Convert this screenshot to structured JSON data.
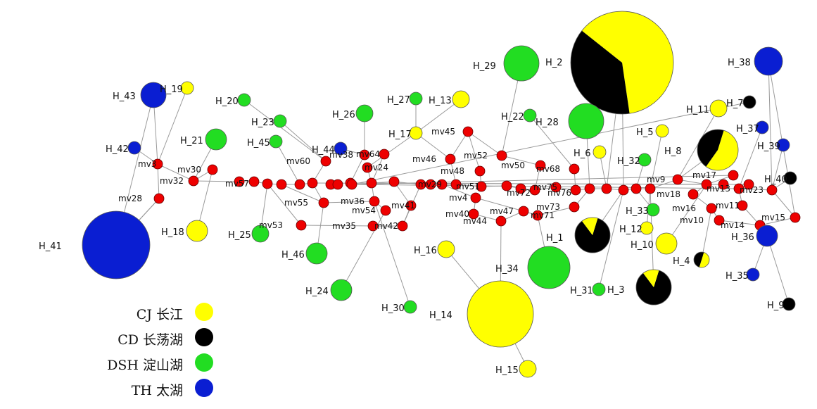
{
  "colors": {
    "CJ": "#ffff00",
    "CD": "#000000",
    "DSH": "#22dd22",
    "TH": "#0a1ed2",
    "median": "#ee0000"
  },
  "legend": [
    {
      "key": "CJ",
      "label": "CJ 长江"
    },
    {
      "key": "CD",
      "label": "CD 长荡湖"
    },
    {
      "key": "DSH",
      "label": "DSH 淀山湖"
    },
    {
      "key": "TH",
      "label": "TH 太湖"
    }
  ],
  "haplotypes": [
    {
      "id": "H_2",
      "label": "H_2",
      "pie": [
        [
          "CJ",
          0.62
        ],
        [
          "CD",
          0.38
        ]
      ]
    },
    {
      "id": "H_41",
      "label": "H_41",
      "pie": [
        [
          "TH",
          1
        ]
      ]
    },
    {
      "id": "H_14",
      "label": "H_14",
      "pie": [
        [
          "CJ",
          1
        ]
      ]
    },
    {
      "id": "H_29",
      "label": "H_29",
      "pie": [
        [
          "DSH",
          1
        ]
      ]
    },
    {
      "id": "H_34",
      "label": "H_34",
      "pie": [
        [
          "DSH",
          1
        ]
      ]
    },
    {
      "id": "H_28",
      "label": "H_28",
      "pie": [
        [
          "DSH",
          1
        ]
      ]
    },
    {
      "id": "H_8",
      "label": "H_8",
      "pie": [
        [
          "CJ",
          0.55
        ],
        [
          "CD",
          0.45
        ]
      ]
    },
    {
      "id": "H_1",
      "label": "H_1",
      "pie": [
        [
          "CD",
          0.85
        ],
        [
          "CJ",
          0.15
        ]
      ]
    },
    {
      "id": "H_3",
      "label": "H_3",
      "pie": [
        [
          "CD",
          0.85
        ],
        [
          "CJ",
          0.15
        ]
      ]
    },
    {
      "id": "H_38",
      "label": "H_38",
      "pie": [
        [
          "TH",
          1
        ]
      ]
    },
    {
      "id": "H_43",
      "label": "H_43",
      "pie": [
        [
          "TH",
          1
        ]
      ]
    },
    {
      "id": "H_36",
      "label": "H_36",
      "pie": [
        [
          "TH",
          1
        ]
      ]
    },
    {
      "id": "H_46",
      "label": "H_46",
      "pie": [
        [
          "DSH",
          1
        ]
      ]
    },
    {
      "id": "H_24",
      "label": "H_24",
      "pie": [
        [
          "DSH",
          1
        ]
      ]
    },
    {
      "id": "H_21",
      "label": "H_21",
      "pie": [
        [
          "DSH",
          1
        ]
      ]
    },
    {
      "id": "H_18",
      "label": "H_18",
      "pie": [
        [
          "CJ",
          1
        ]
      ]
    },
    {
      "id": "H_10",
      "label": "H_10",
      "pie": [
        [
          "CJ",
          1
        ]
      ]
    },
    {
      "id": "H_26",
      "label": "H_26",
      "pie": [
        [
          "DSH",
          1
        ]
      ]
    },
    {
      "id": "H_25",
      "label": "H_25",
      "pie": [
        [
          "DSH",
          1
        ]
      ]
    },
    {
      "id": "H_13",
      "label": "H_13",
      "pie": [
        [
          "CJ",
          1
        ]
      ]
    },
    {
      "id": "H_16",
      "label": "H_16",
      "pie": [
        [
          "CJ",
          1
        ]
      ]
    },
    {
      "id": "H_15",
      "label": "H_15",
      "pie": [
        [
          "CJ",
          1
        ]
      ]
    },
    {
      "id": "H_11",
      "label": "H_11",
      "pie": [
        [
          "CJ",
          1
        ]
      ]
    },
    {
      "id": "H_4",
      "label": "H_4",
      "pie": [
        [
          "CJ",
          0.5
        ],
        [
          "CD",
          0.5
        ]
      ]
    },
    {
      "id": "H_12",
      "label": "H_12",
      "pie": [
        [
          "CJ",
          1
        ]
      ]
    },
    {
      "id": "H_5",
      "label": "H_5",
      "pie": [
        [
          "CJ",
          1
        ]
      ]
    },
    {
      "id": "H_6",
      "label": "H_6",
      "pie": [
        [
          "CJ",
          1
        ]
      ]
    },
    {
      "id": "H_19",
      "label": "H_19",
      "pie": [
        [
          "CJ",
          1
        ]
      ]
    },
    {
      "id": "H_17",
      "label": "H_17",
      "pie": [
        [
          "CJ",
          1
        ]
      ]
    },
    {
      "id": "H_20",
      "label": "H_20",
      "pie": [
        [
          "DSH",
          1
        ]
      ]
    },
    {
      "id": "H_23",
      "label": "H_23",
      "pie": [
        [
          "DSH",
          1
        ]
      ]
    },
    {
      "id": "H_45",
      "label": "H_45",
      "pie": [
        [
          "DSH",
          1
        ]
      ]
    },
    {
      "id": "H_27",
      "label": "H_27",
      "pie": [
        [
          "DSH",
          1
        ]
      ]
    },
    {
      "id": "H_22",
      "label": "H_22",
      "pie": [
        [
          "DSH",
          1
        ]
      ]
    },
    {
      "id": "H_32",
      "label": "H_32",
      "pie": [
        [
          "DSH",
          1
        ]
      ]
    },
    {
      "id": "H_33",
      "label": "H_33",
      "pie": [
        [
          "DSH",
          1
        ]
      ]
    },
    {
      "id": "H_31",
      "label": "H_31",
      "pie": [
        [
          "DSH",
          1
        ]
      ]
    },
    {
      "id": "H_30",
      "label": "H_30",
      "pie": [
        [
          "DSH",
          1
        ]
      ]
    },
    {
      "id": "H_42",
      "label": "H_42",
      "pie": [
        [
          "TH",
          1
        ]
      ]
    },
    {
      "id": "H_44",
      "label": "H_44",
      "pie": [
        [
          "TH",
          1
        ]
      ]
    },
    {
      "id": "H_37",
      "label": "H_37",
      "pie": [
        [
          "TH",
          1
        ]
      ]
    },
    {
      "id": "H_39",
      "label": "H_39",
      "pie": [
        [
          "TH",
          1
        ]
      ]
    },
    {
      "id": "H_35",
      "label": "H_35",
      "pie": [
        [
          "TH",
          1
        ]
      ]
    },
    {
      "id": "H_7",
      "label": "H_7",
      "pie": [
        [
          "CD",
          1
        ]
      ]
    },
    {
      "id": "H_40",
      "label": "H_40",
      "pie": [
        [
          "CD",
          1
        ]
      ]
    },
    {
      "id": "H_9",
      "label": "H_9",
      "pie": [
        [
          "CD",
          1
        ]
      ]
    }
  ],
  "median_vectors": [
    {
      "id": "mv3",
      "label": "mv3"
    },
    {
      "id": "mv30",
      "label": "mv30"
    },
    {
      "id": "mv32",
      "label": "mv32"
    },
    {
      "id": "mv28",
      "label": "mv28"
    },
    {
      "id": "mv57",
      "label": "mv57"
    },
    {
      "id": "mv60",
      "label": "mv60"
    },
    {
      "id": "mv38",
      "label": "mv38"
    },
    {
      "id": "mv64",
      "label": "mv64"
    },
    {
      "id": "mv24",
      "label": "mv24"
    },
    {
      "id": "mv55",
      "label": "mv55"
    },
    {
      "id": "mv36",
      "label": "mv36"
    },
    {
      "id": "mv54",
      "label": "mv54"
    },
    {
      "id": "mv41",
      "label": "mv41"
    },
    {
      "id": "mv53",
      "label": "mv53"
    },
    {
      "id": "mv35",
      "label": "mv35"
    },
    {
      "id": "mv42",
      "label": "mv42"
    },
    {
      "id": "mv45",
      "label": "mv45"
    },
    {
      "id": "mv46",
      "label": "mv46"
    },
    {
      "id": "mv48",
      "label": "mv48"
    },
    {
      "id": "mv29",
      "label": "mv29"
    },
    {
      "id": "mv51",
      "label": "mv51"
    },
    {
      "id": "mv52",
      "label": "mv52"
    },
    {
      "id": "mv50",
      "label": "mv50"
    },
    {
      "id": "mv68",
      "label": "mv68"
    },
    {
      "id": "mv4",
      "label": "mv4"
    },
    {
      "id": "mv40",
      "label": "mv40"
    },
    {
      "id": "mv44",
      "label": "mv44"
    },
    {
      "id": "mv47",
      "label": "mv47"
    },
    {
      "id": "mv71",
      "label": "mv71"
    },
    {
      "id": "mv73",
      "label": "mv73"
    },
    {
      "id": "mv72",
      "label": "mv72"
    },
    {
      "id": "mv75",
      "label": "mv75"
    },
    {
      "id": "mv76",
      "label": "mv76"
    },
    {
      "id": "mv9",
      "label": "mv9"
    },
    {
      "id": "mv18",
      "label": "mv18"
    },
    {
      "id": "mv16",
      "label": "mv16"
    },
    {
      "id": "mv10",
      "label": "mv10"
    },
    {
      "id": "mv17",
      "label": "mv17"
    },
    {
      "id": "mv13",
      "label": "mv13"
    },
    {
      "id": "mv11",
      "label": "mv11"
    },
    {
      "id": "mv14",
      "label": "mv14"
    },
    {
      "id": "mv15",
      "label": "mv15"
    },
    {
      "id": "mv23",
      "label": "mv23"
    }
  ]
}
